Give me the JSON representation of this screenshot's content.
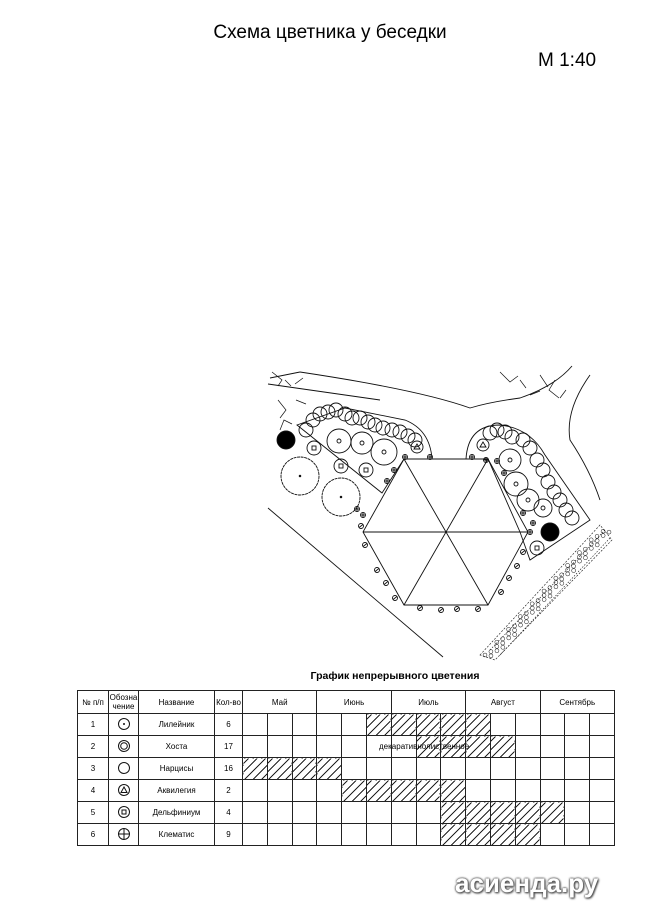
{
  "header": {
    "title": "Схема цветника у беседки",
    "scale": "М 1:40"
  },
  "schedule": {
    "title": "График непрерывного цветения",
    "columns": {
      "num": "№ п/п",
      "symbol": "Обозна чение",
      "name": "Название",
      "qty": "Кол-во"
    },
    "months": [
      "Май",
      "Июнь",
      "Июль",
      "Август",
      "Сентябрь"
    ],
    "periods_per_month": 3,
    "rows": [
      {
        "num": "1",
        "symbol": "circle-dot-icon",
        "name": "Лилейник",
        "qty": "6",
        "bloom": [
          5,
          9
        ]
      },
      {
        "num": "2",
        "symbol": "double-circle-icon",
        "name": "Хоста",
        "qty": "17",
        "bloom": [
          7,
          10
        ],
        "note": "декаративнолиственное"
      },
      {
        "num": "3",
        "symbol": "circle-icon",
        "name": "Нарцисы",
        "qty": "16",
        "bloom": [
          0,
          3
        ]
      },
      {
        "num": "4",
        "symbol": "circle-triangle-icon",
        "name": "Аквилегия",
        "qty": "2",
        "bloom": [
          4,
          8
        ]
      },
      {
        "num": "5",
        "symbol": "circle-square-icon",
        "name": "Дельфиниум",
        "qty": "4",
        "bloom": [
          8,
          12
        ]
      },
      {
        "num": "6",
        "symbol": "circle-cross-icon",
        "name": "Клематис",
        "qty": "9",
        "bloom": [
          8,
          11
        ]
      }
    ]
  },
  "watermark": "асиенда.ру"
}
